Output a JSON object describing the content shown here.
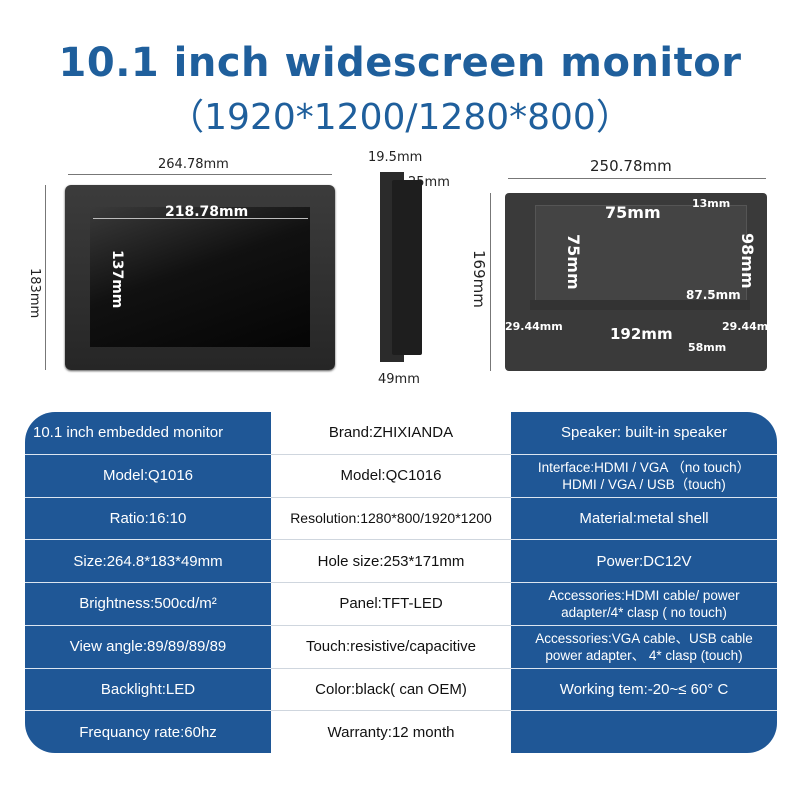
{
  "title": {
    "line1": "10.1 inch widescreen monitor",
    "line2": "（1920*1200/1280*800）"
  },
  "front_view": {
    "width": "264.78mm",
    "height": "183mm",
    "screen_width": "218.78mm",
    "screen_height": "137mm"
  },
  "side_view": {
    "depth_top": "19.5mm",
    "depth_mid": "25mm",
    "depth_bottom": "49mm"
  },
  "back_view": {
    "width": "250.78mm",
    "height": "169mm",
    "top_margin": "13mm",
    "vesa_w": "75mm",
    "vesa_h": "75mm",
    "right_height": "98mm",
    "port_offset": "87.5mm",
    "left_margin": "29.44mm",
    "right_margin": "29.44mm",
    "bottom_width": "192mm",
    "bottom_height": "58mm"
  },
  "specs": {
    "col1": [
      "10.1 inch embedded monitor",
      "Model:Q1016",
      "Ratio:16:10",
      "Size:264.8*183*49mm",
      "Brightness:500cd/m²",
      "View angle:89/89/89/89",
      "Backlight:LED",
      "Frequancy rate:60hz"
    ],
    "col2": [
      "Brand:ZHIXIANDA",
      "Model:QC1016",
      "Resolution:1280*800/1920*1200",
      "Hole size:253*171mm",
      "Panel:TFT-LED",
      "Touch:resistive/capacitive",
      "Color:black( can OEM)",
      "Warranty:12 month"
    ],
    "col3": [
      {
        "l1": "Speaker: built-in speaker",
        "l2": ""
      },
      {
        "l1": "Interface:HDMI / VGA （no touch）",
        "l2": "HDMI / VGA / USB（touch)"
      },
      {
        "l1": "Material:metal shell",
        "l2": ""
      },
      {
        "l1": "Power:DC12V",
        "l2": ""
      },
      {
        "l1": "Accessories:HDMI cable/ power",
        "l2": "adapter/4* clasp ( no touch)"
      },
      {
        "l1": "Accessories:VGA cable、USB cable",
        "l2": "power adapter、 4* clasp (touch)"
      },
      {
        "l1": "Working tem:-20~≤ 60° C",
        "l2": ""
      },
      {
        "l1": "",
        "l2": ""
      }
    ]
  },
  "colors": {
    "accent": "#1f5f9c",
    "table_blue": "#1f5796"
  }
}
